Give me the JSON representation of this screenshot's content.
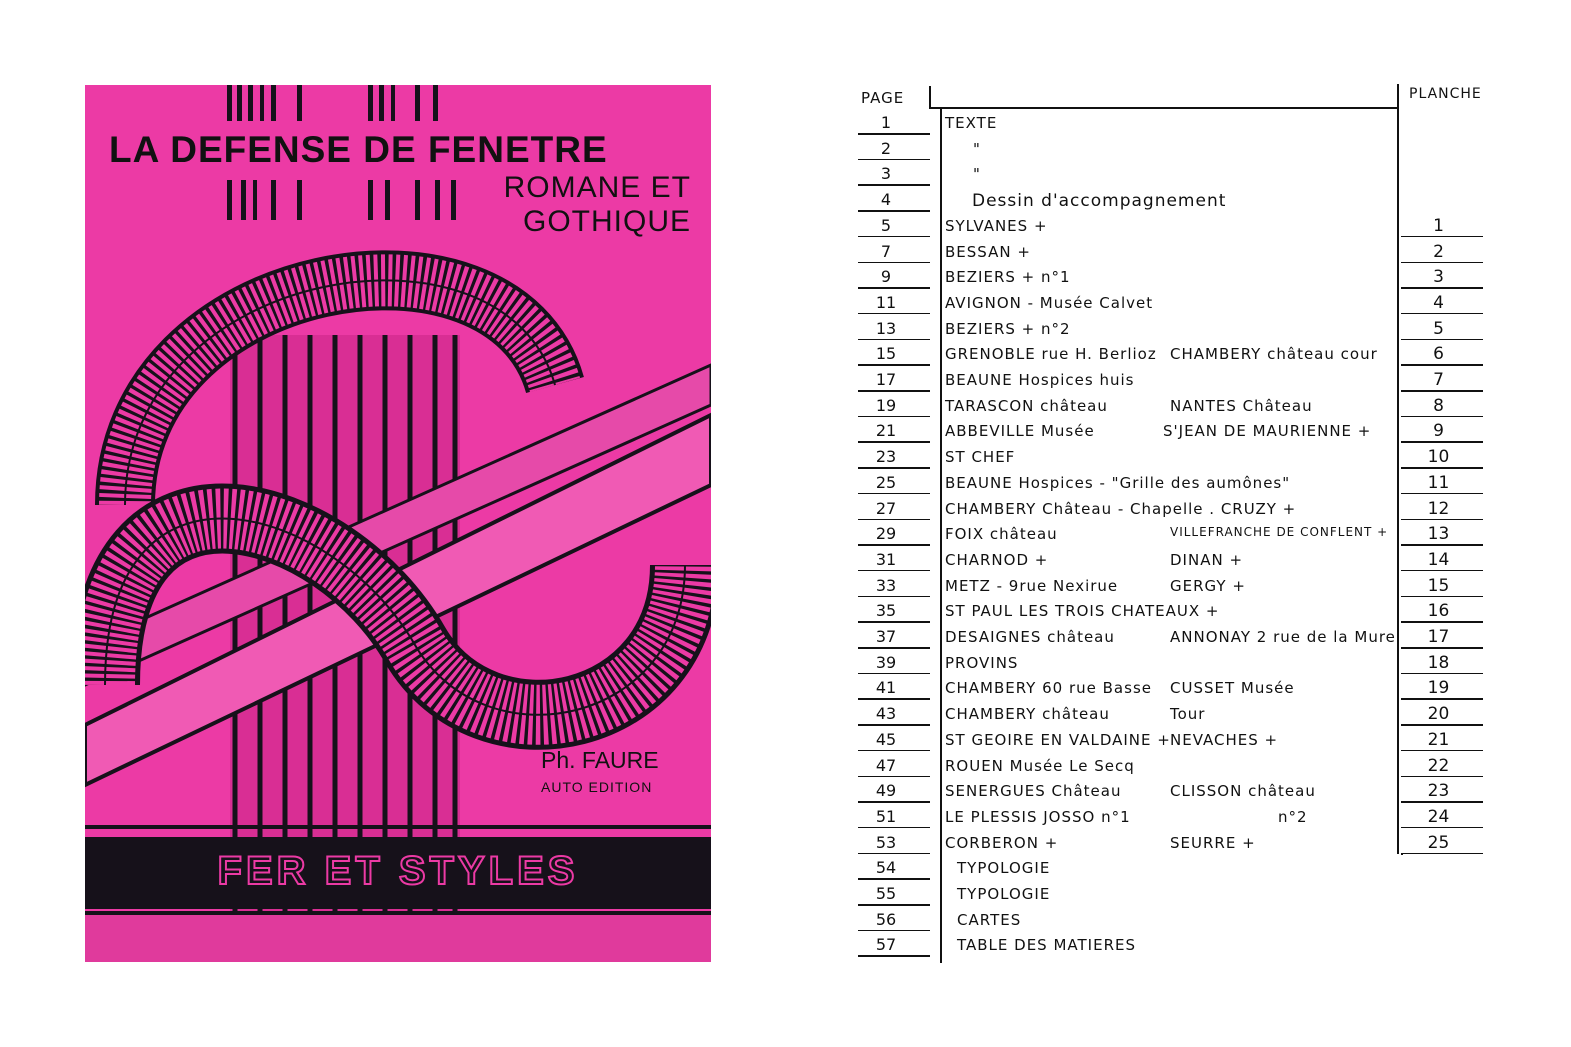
{
  "cover": {
    "title": "LA DEFENSE DE FENETRE",
    "subtitle_line1": "ROMANE ET",
    "subtitle_line2": "GOTHIQUE",
    "author": "Ph. FAURE",
    "publisher": "AUTO EDITION",
    "band": "FER ET STYLES",
    "colors": {
      "background": "#ec3aa5",
      "ink": "#16111a"
    }
  },
  "toc": {
    "header_page": "PAGE",
    "header_planche": "PLANCHE",
    "rows": [
      {
        "page": "1",
        "text": "TEXTE",
        "planche": ""
      },
      {
        "page": "2",
        "text": "\"",
        "planche": ""
      },
      {
        "page": "3",
        "text": "\"",
        "planche": ""
      },
      {
        "page": "4",
        "text": "Dessin d'accompagnement",
        "planche": ""
      },
      {
        "page": "5",
        "text": "SYLVANES +",
        "planche": "1"
      },
      {
        "page": "7",
        "text": "BESSAN +",
        "planche": "2"
      },
      {
        "page": "9",
        "text": "BEZIERS + n°1",
        "planche": "3"
      },
      {
        "page": "11",
        "text": "AVIGNON - Musée Calvet",
        "planche": "4"
      },
      {
        "page": "13",
        "text": "BEZIERS + n°2",
        "planche": "5"
      },
      {
        "page": "15",
        "text": "GRENOBLE rue H. Berlioz",
        "text2": "CHAMBERY château cour",
        "planche": "6"
      },
      {
        "page": "17",
        "text": "BEAUNE Hospices huis",
        "planche": "7"
      },
      {
        "page": "19",
        "text": "TARASCON château",
        "text2": "NANTES Château",
        "planche": "8"
      },
      {
        "page": "21",
        "text": "ABBEVILLE Musée",
        "text2": "S'JEAN DE MAURIENNE +",
        "planche": "9"
      },
      {
        "page": "23",
        "text": "ST CHEF",
        "planche": "10"
      },
      {
        "page": "25",
        "text": "BEAUNE Hospices - \"Grille des aumônes\"",
        "planche": "11"
      },
      {
        "page": "27",
        "text": "CHAMBERY Château - Chapelle .  CRUZY +",
        "planche": "12"
      },
      {
        "page": "29",
        "text": "FOIX château",
        "text2": "VILLEFRANCHE DE CONFLENT +",
        "planche": "13"
      },
      {
        "page": "31",
        "text": "CHARNOD +",
        "text2": "DINAN +",
        "planche": "14"
      },
      {
        "page": "33",
        "text": "METZ - 9rue Nexirue",
        "text2": "GERGY +",
        "planche": "15"
      },
      {
        "page": "35",
        "text": "ST PAUL LES TROIS CHATEAUX +",
        "planche": "16"
      },
      {
        "page": "37",
        "text": "DESAIGNES château",
        "text2": "ANNONAY 2 rue de la Mure",
        "planche": "17"
      },
      {
        "page": "39",
        "text": "PROVINS",
        "planche": "18"
      },
      {
        "page": "41",
        "text": "CHAMBERY 60 rue Basse",
        "text2": "CUSSET Musée",
        "planche": "19"
      },
      {
        "page": "43",
        "text": "CHAMBERY château",
        "text2": "Tour",
        "planche": "20"
      },
      {
        "page": "45",
        "text": "ST GEOIRE EN VALDAINE +",
        "text2": "NEVACHES +",
        "planche": "21"
      },
      {
        "page": "47",
        "text": "ROUEN Musée Le Secq",
        "planche": "22"
      },
      {
        "page": "49",
        "text": "SENERGUES Château",
        "text2": "CLISSON château",
        "planche": "23"
      },
      {
        "page": "51",
        "text": "LE PLESSIS JOSSO   n°1",
        "text2": "n°2",
        "planche": "24"
      },
      {
        "page": "53",
        "text": "CORBERON +",
        "text2": "SEURRE +",
        "planche": "25"
      },
      {
        "page": "54",
        "text": "TYPOLOGIE",
        "planche": ""
      },
      {
        "page": "55",
        "text": "TYPOLOGIE",
        "planche": ""
      },
      {
        "page": "56",
        "text": "CARTES",
        "planche": ""
      },
      {
        "page": "57",
        "text": "TABLE DES MATIERES",
        "planche": ""
      }
    ]
  }
}
